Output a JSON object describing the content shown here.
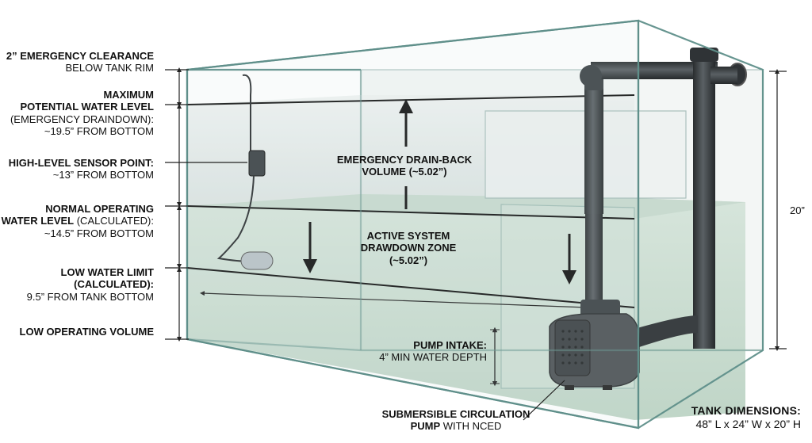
{
  "labels": {
    "clearance": {
      "title": "2” EMERGENCY CLEARANCE",
      "sub": "BELOW TANK RIM"
    },
    "max_level": {
      "title_1": "MAXIMUM",
      "title_2": "POTENTIAL WATER LEVEL",
      "sub_1": "(EMERGENCY DRAINDOWN):",
      "sub_2": "~19.5” FROM BOTTOM"
    },
    "sensor": {
      "title": "HIGH-LEVEL SENSOR POINT:",
      "sub": "~13” FROM BOTTOM"
    },
    "normal_level": {
      "title_1": "NORMAL OPERATING",
      "title_2": "WATER LEVEL",
      "title_2_suffix": " (CALCULATED):",
      "sub": "~14.5” FROM BOTTOM"
    },
    "low_limit": {
      "title_1": "LOW WATER LIMIT",
      "title_2": "(CALCULATED):",
      "sub": "9.5” FROM TANK BOTTOM"
    },
    "low_volume": {
      "title": "LOW OPERATING VOLUME"
    },
    "drain_back": {
      "line_1": "EMERGENCY DRAIN-BACK",
      "line_2": "VOLUME (~5.02”)"
    },
    "drawdown": {
      "line_1": "ACTIVE SYSTEM",
      "line_2": "DRAWDOWN ZONE",
      "line_3": "(~5.02”)"
    },
    "pump_intake": {
      "title": "PUMP INTAKE:",
      "sub": "4” MIN WATER DEPTH"
    },
    "pump": {
      "line_1": "SUBMERSIBLE CIRCULATION",
      "line_2": "PUMP",
      "line_2_suffix": " WITH NCED"
    },
    "height": {
      "value": "20”"
    },
    "tank": {
      "title": "TANK DIMENSIONS:",
      "sub": "48” L x 24” W x 20” H"
    }
  },
  "colors": {
    "glass_edge": "#5f8f8a",
    "water_upper": "#d9e3e1",
    "water_lower": "#cfe1d6",
    "pipe": "#3a3f42",
    "pump": "#4a4f52"
  }
}
